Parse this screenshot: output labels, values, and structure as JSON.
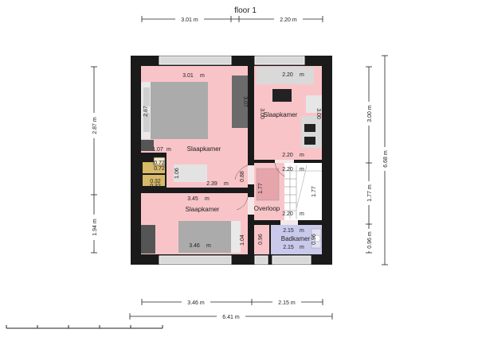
{
  "title": "floor 1",
  "top_dims": [
    "3.01 m",
    "2.20 m"
  ],
  "bottom_dims": [
    "3.46 m",
    "2.15 m",
    "6.41 m"
  ],
  "left_dims": [
    "2.87 m",
    "1.94 m"
  ],
  "right_dims": [
    "3.00 m",
    "1.77 m",
    "0.96 m",
    "6.68 m"
  ],
  "rooms": {
    "bedroom_1": {
      "name": "Slaapkamer",
      "width": "3.01",
      "width_2": "2.39",
      "height": "3.07",
      "height_2": "2.87",
      "d_107": "1.07",
      "d_106": "1.06"
    },
    "bedroom_2": {
      "name": "Slaapkamer",
      "width": "2.20",
      "width_2": "2.20",
      "height": "3.00",
      "height_2": "3.00"
    },
    "bedroom_3": {
      "name": "Slaapkamer",
      "width": "3.45",
      "width_2": "3.46",
      "height": "1.04"
    },
    "closet": {
      "w": "0.72",
      "w2": "0.72",
      "h": "0.32",
      "h2": "0.32"
    },
    "landing": {
      "name": "Overloop",
      "width": "2.20",
      "width_2": "2.20",
      "height": "1.77",
      "height_2": "1.77",
      "d_088": "0.88",
      "d_096": "0.96"
    },
    "bathroom": {
      "name": "Badkamer",
      "width": "2.15",
      "width_2": "2.15",
      "height": "0.96"
    }
  },
  "colors": {
    "wall": "#1a1a1a",
    "bedroom": "#f9c4c8",
    "bathroom": "#c9c9ec",
    "landing": "#f3b6bc",
    "floor_gray": "#e6e6e6",
    "window": "#d9d9d9"
  }
}
